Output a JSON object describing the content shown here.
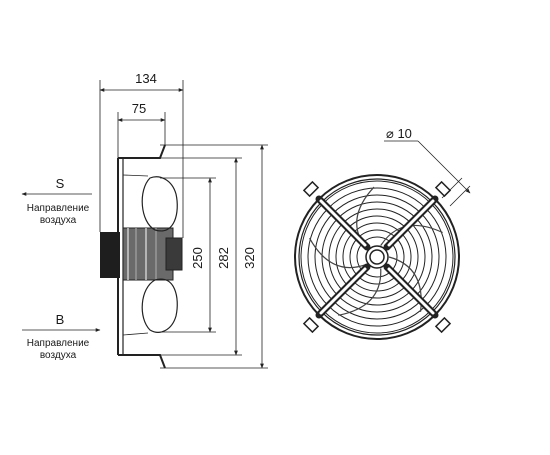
{
  "dimensions": {
    "overall_depth": "134",
    "motor_depth": "75",
    "blade_span": "250",
    "mount_spacing": "282",
    "frame_size": "320",
    "hole_diameter": "⌀ 10"
  },
  "airflow": {
    "suction": {
      "letter": "S",
      "caption_line1": "Направление",
      "caption_line2": "воздуха"
    },
    "blowing": {
      "letter": "B",
      "caption_line1": "Направление",
      "caption_line2": "воздуха"
    }
  },
  "colors": {
    "line": "#222222",
    "motor": "#555555",
    "background": "#ffffff"
  }
}
